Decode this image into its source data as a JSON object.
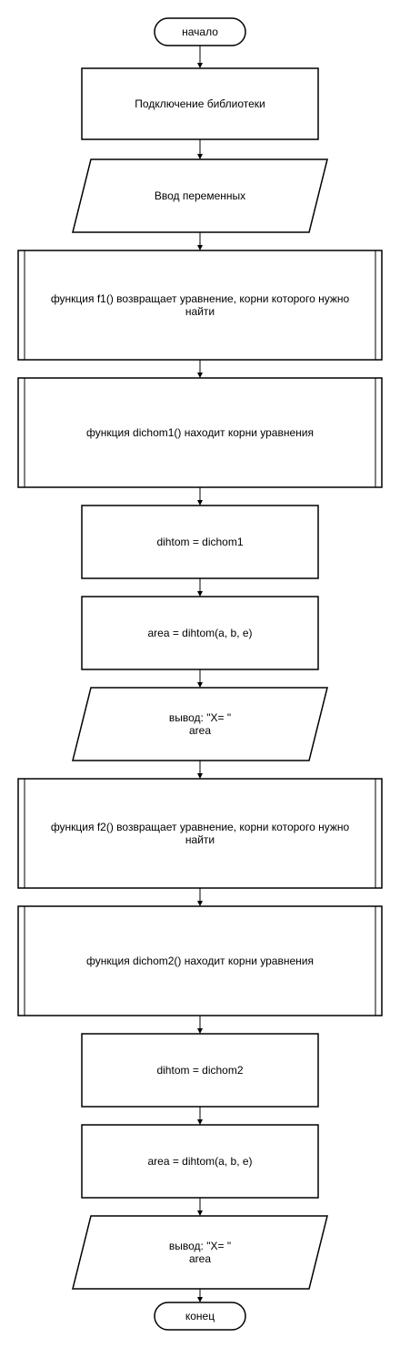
{
  "flowchart": {
    "nodes": [
      {
        "id": "start",
        "shape": "terminator",
        "lines": [
          "начало"
        ]
      },
      {
        "id": "include",
        "shape": "process",
        "lines": [
          "Подключение библиотеки"
        ]
      },
      {
        "id": "input",
        "shape": "io",
        "lines": [
          "Ввод переменных"
        ]
      },
      {
        "id": "f1",
        "shape": "subroutine",
        "lines": [
          "функция f1() возвращает уравнение, корни которого нужно",
          "найти"
        ]
      },
      {
        "id": "dichom1",
        "shape": "subroutine",
        "lines": [
          "функция dichom1() находит корни уравнения"
        ]
      },
      {
        "id": "assign1",
        "shape": "process",
        "lines": [
          "dihtom = dichom1"
        ]
      },
      {
        "id": "area1",
        "shape": "process",
        "lines": [
          "area = dihtom(a, b, e)"
        ]
      },
      {
        "id": "output1",
        "shape": "io",
        "lines": [
          "вывод: \"X= \"",
          "area"
        ]
      },
      {
        "id": "f2",
        "shape": "subroutine",
        "lines": [
          "функция f2() возвращает уравнение, корни которого нужно",
          "найти"
        ]
      },
      {
        "id": "dichom2",
        "shape": "subroutine",
        "lines": [
          "функция dichom2() находит корни уравнения"
        ]
      },
      {
        "id": "assign2",
        "shape": "process",
        "lines": [
          "dihtom = dichom2"
        ]
      },
      {
        "id": "area2",
        "shape": "process",
        "lines": [
          "area = dihtom(a, b, e)"
        ]
      },
      {
        "id": "output2",
        "shape": "io",
        "lines": [
          "вывод: \"X= \"",
          "area"
        ]
      },
      {
        "id": "end",
        "shape": "terminator",
        "lines": [
          "конец"
        ]
      }
    ],
    "edges": [
      [
        "start",
        "include"
      ],
      [
        "include",
        "input"
      ],
      [
        "input",
        "f1"
      ],
      [
        "f1",
        "dichom1"
      ],
      [
        "dichom1",
        "assign1"
      ],
      [
        "assign1",
        "area1"
      ],
      [
        "area1",
        "output1"
      ],
      [
        "output1",
        "f2"
      ],
      [
        "f2",
        "dichom2"
      ],
      [
        "dichom2",
        "assign2"
      ],
      [
        "assign2",
        "area2"
      ],
      [
        "area2",
        "output2"
      ],
      [
        "output2",
        "end"
      ]
    ]
  }
}
